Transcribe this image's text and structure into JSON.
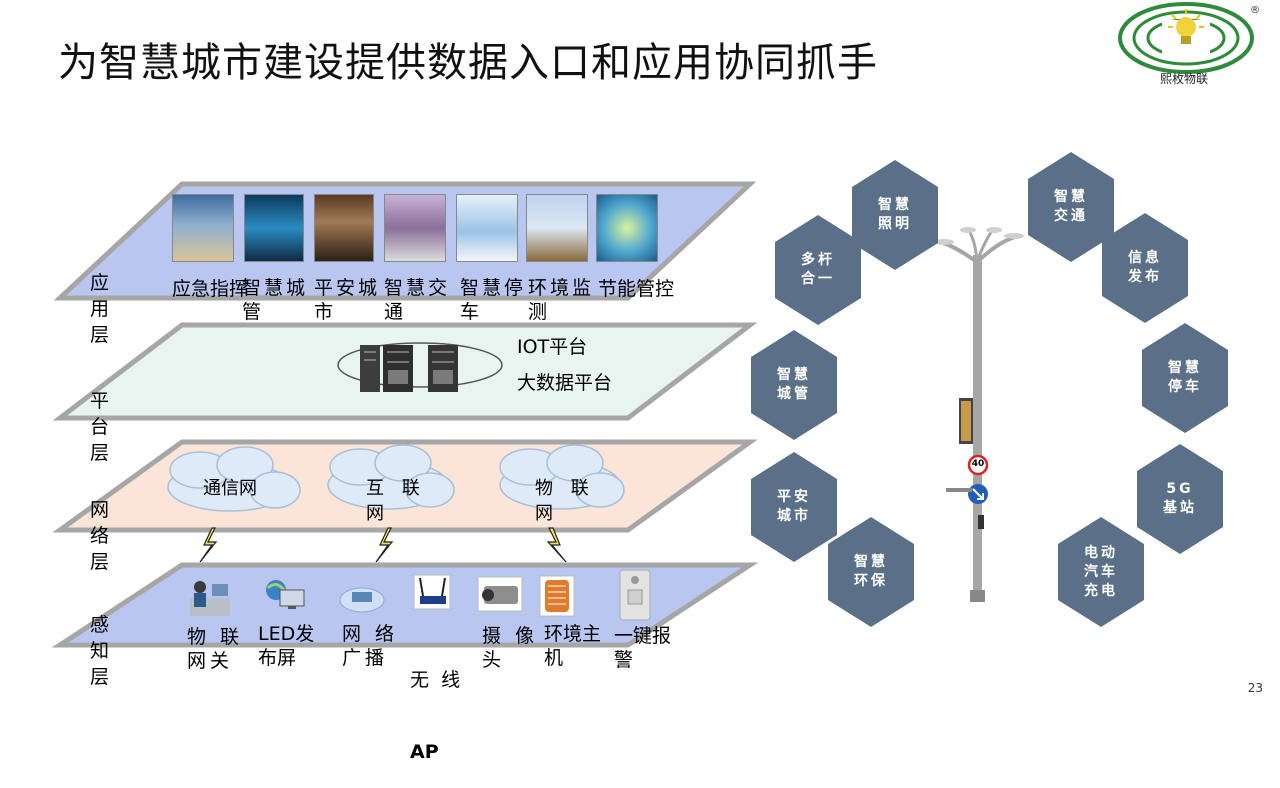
{
  "slide": {
    "title": "为智慧城市建设提供数据入口和应用协同抓手",
    "page_number": "23",
    "logo": {
      "text": "熙枚物联",
      "registered": "®"
    }
  },
  "layers": {
    "app": {
      "label_line1": "应 用",
      "label_line2": "层",
      "items": [
        "应急指挥",
        "智慧城管",
        "平安城市",
        "智慧交通",
        "智慧停车",
        "环境监测",
        "节能管控"
      ]
    },
    "platform": {
      "label_line1": "平 台",
      "label_line2": "层",
      "iot": "IOT平台",
      "bigdata": "大数据平台"
    },
    "network": {
      "label_line1": "网 络",
      "label_line2": "层",
      "clouds": [
        "通信网",
        "互 联",
        "网",
        "物 联",
        "网"
      ]
    },
    "sensing": {
      "label_line1": "感 知",
      "label_line2": "层",
      "items": [
        {
          "line1": "物 联",
          "line2": "网关"
        },
        {
          "line1": "LED发",
          "line2": "布屏"
        },
        {
          "line1": "网 络",
          "line2": "广播"
        },
        {
          "line1": "无  线",
          "line2": "AP"
        },
        {
          "line1": "摄 像",
          "line2": "头"
        },
        {
          "line1": "环境主",
          "line2": "机"
        },
        {
          "line1": "一键报",
          "line2": "警"
        }
      ]
    }
  },
  "hexagons": [
    {
      "line1": "智慧",
      "line2": "照明",
      "line3": ""
    },
    {
      "line1": "智慧",
      "line2": "交通",
      "line3": ""
    },
    {
      "line1": "多杆",
      "line2": "合一",
      "line3": ""
    },
    {
      "line1": "信息",
      "line2": "发布",
      "line3": ""
    },
    {
      "line1": "智慧",
      "line2": "城管",
      "line3": ""
    },
    {
      "line1": "智慧",
      "line2": "停车",
      "line3": ""
    },
    {
      "line1": "平安",
      "line2": "城市",
      "line3": ""
    },
    {
      "line1": "5G",
      "line2": "基站",
      "line3": ""
    },
    {
      "line1": "智慧",
      "line2": "环保",
      "line3": ""
    },
    {
      "line1": "电动",
      "line2": "汽车",
      "line3": "充电"
    }
  ],
  "pole": {
    "speed_sign": "40"
  },
  "colors": {
    "app_layer": "#b9c6f0",
    "platform_layer": "#e8f4ef",
    "network_layer": "#fbe5d8",
    "sensing_layer": "#b9c6f0",
    "layer_edge": "#a6a6a6",
    "hexagon": "#5a7088"
  }
}
